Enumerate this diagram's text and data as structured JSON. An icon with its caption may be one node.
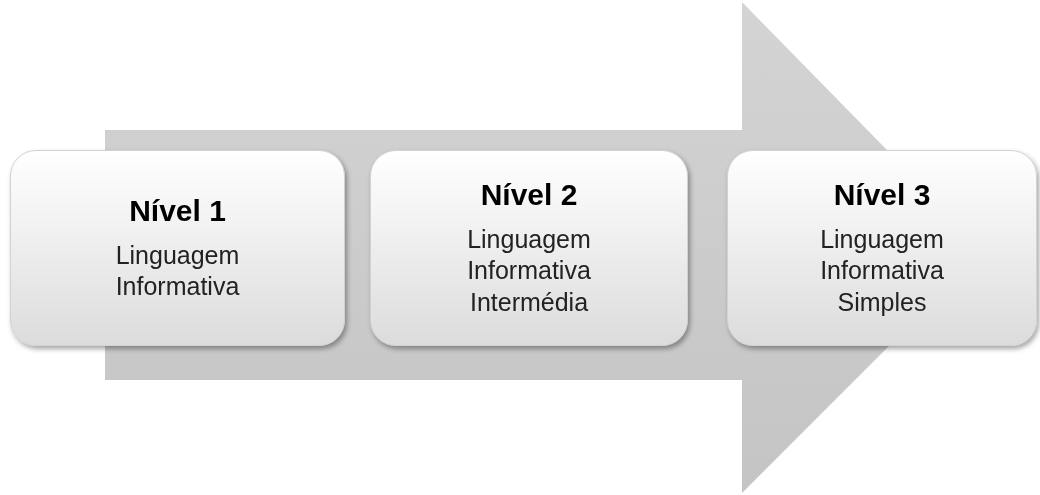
{
  "diagram": {
    "nodes": [
      {
        "text": [
          "Nível 1",
          "Linguagem Informativa"
        ]
      },
      {
        "text": [
          "Nível 2",
          "Linguagem Informativa Intermédia"
        ]
      },
      {
        "text": [
          "Nível 3",
          "Linguagem Informativa Simples"
        ]
      }
    ],
    "edges": [
      {
        "from": 0,
        "to": 2,
        "arrow": "to"
      }
    ]
  }
}
